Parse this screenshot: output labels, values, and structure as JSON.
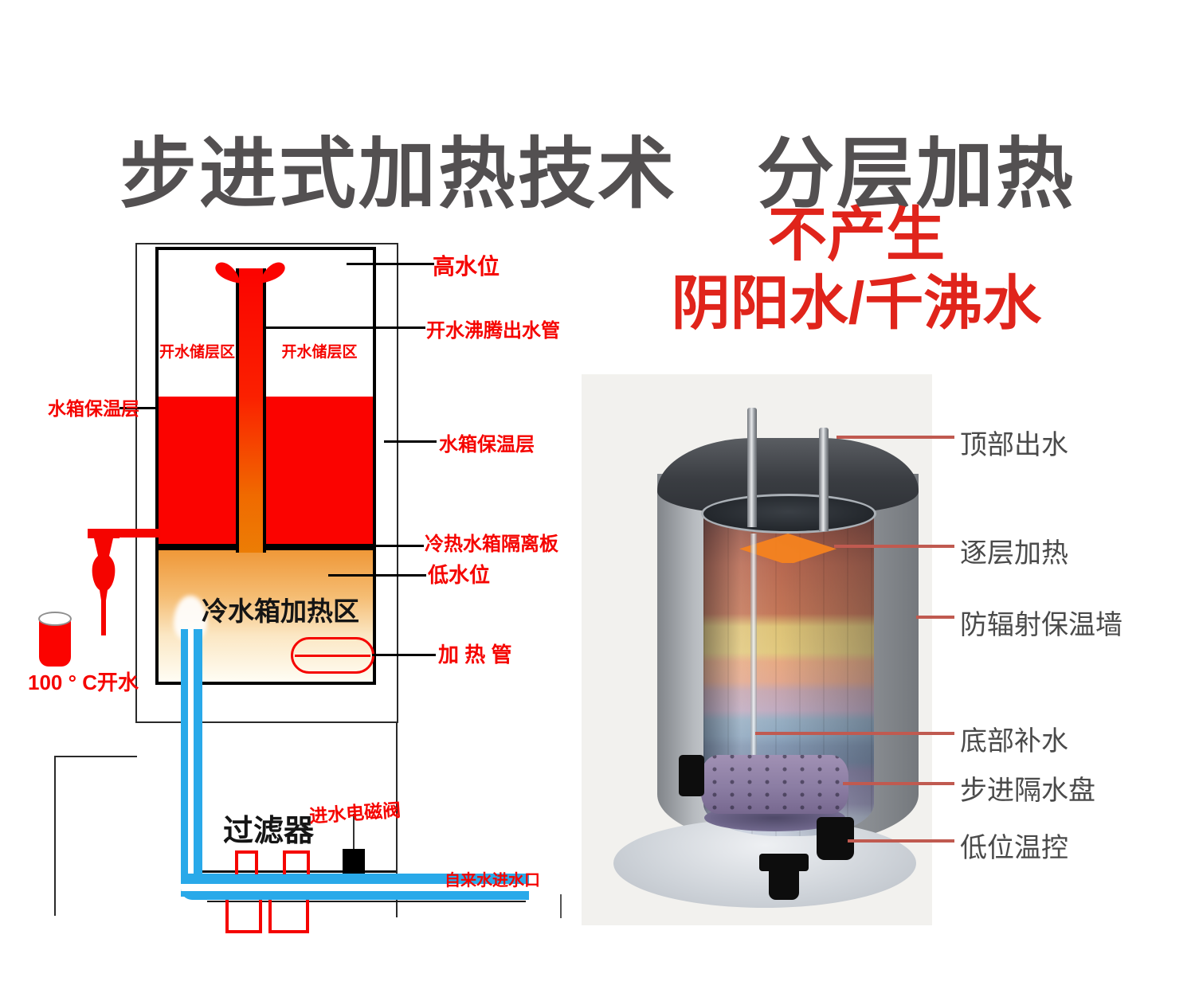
{
  "title": "步进式加热技术　分层加热",
  "left_diagram": {
    "high_water": "高水位",
    "boiling_outlet": "开水沸腾出水管",
    "storage_left": "开水储层区",
    "storage_right": "开水储层区",
    "insulation_left": "水箱保温层",
    "insulation_right": "水箱保温层",
    "divider_plate": "冷热水箱隔离板",
    "low_water": "低水位",
    "cold_zone": "冷水箱加热区",
    "heater_tube": "加 热 管",
    "boiled_cup": "100 ° C开水",
    "filter": "过滤器",
    "inlet_valve": "进水电磁阀",
    "tap_inlet": "自来水进水口"
  },
  "right_panel": {
    "headline_line1": "不产生",
    "headline_line2": "阴阳水/千沸水",
    "top_outlet": "顶部出水",
    "layer_heating": "逐层加热",
    "insulation_wall": "防辐射保温墙",
    "bottom_refill": "底部补水",
    "step_plate": "步进隔水盘",
    "low_thermostat": "低位温控"
  },
  "colors": {
    "title_gray": "#535051",
    "diagram_red": "#f50400",
    "headline_red": "#e0241b",
    "water_red": "#fb0300",
    "pipe_blue": "#29a9e9",
    "heat_orange": "#f5831f",
    "right_label_gray": "#4a4a4a",
    "leader_salmon": "#c05a50"
  }
}
